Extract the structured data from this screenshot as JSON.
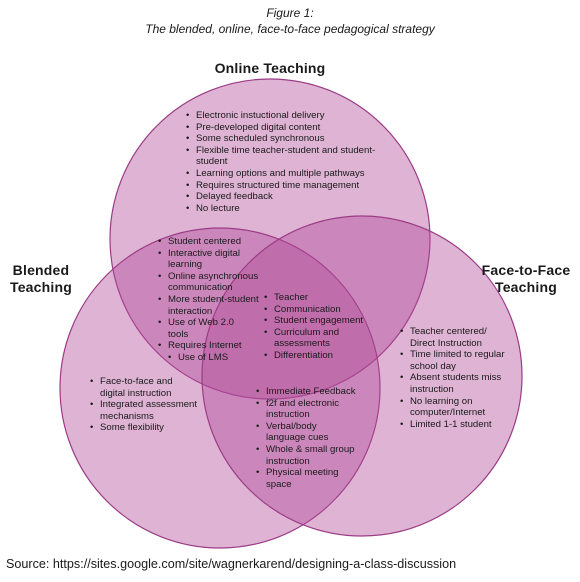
{
  "caption": {
    "line1": "Figure 1:",
    "line2": "The blended, online, face-to-face pedagogical strategy"
  },
  "sets": {
    "online": "Online Teaching",
    "blended": [
      "Blended",
      "Teaching"
    ],
    "face_to_face": [
      "Face-to-Face",
      "Teaching"
    ]
  },
  "regions": {
    "online_only": [
      "Electronic instuctional delivery",
      "Pre-developed digital content",
      "Some scheduled synchronous",
      "Flexible time teacher-student and student-student",
      "Learning options and multiple pathways",
      "Requires structured time management",
      "Delayed feedback",
      "No lecture"
    ],
    "online_blended": [
      "Student centered",
      "Interactive digital learning",
      "Online asynchronous communication",
      "More student-student interaction",
      "Use of Web 2.0 tools",
      "Requires Internet",
      "Use of LMS"
    ],
    "all_three": [
      "Teacher",
      "Communication",
      "Student engagement",
      "Curriculum and assessments",
      "Differentiation"
    ],
    "blended_only": [
      "Face-to-face and digital instruction",
      "Integrated assessment mechanisms",
      "Some flexibility"
    ],
    "face_to_face_only": [
      "Teacher centered/ Direct Instruction",
      "Time limited to regular school day",
      "Absent students miss instruction",
      "No learning on computer/Internet",
      "Limited 1-1 student"
    ],
    "blended_face_to_face": [
      "Immediate Feedback",
      "f2f and electronic instruction",
      "Verbal/body language cues",
      "Whole & small group instruction",
      "Physical meeting space"
    ]
  },
  "source": "Source: https://sites.google.com/site/wagnerkarend/designing-a-class-discussion",
  "colors": {
    "circle_fill": "#b04a98",
    "circle_stroke": "#9c3c86",
    "text": "#1a1a1a"
  }
}
